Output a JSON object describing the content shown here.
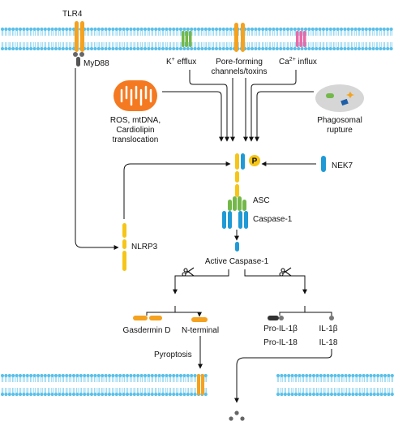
{
  "labels": {
    "tlr4": "TLR4",
    "myd88": "MyD88",
    "k_efflux_base": "K",
    "k_efflux_sup": "+",
    "k_efflux_rest": " efflux",
    "pore_line1": "Pore-forming",
    "pore_line2": "channels/toxins",
    "ca_influx_base": "Ca",
    "ca_influx_sup": "2+",
    "ca_influx_rest": " influx",
    "ros_line1": "ROS, mtDNA,",
    "ros_line2": "Cardiolipin",
    "ros_line3": "translocation",
    "phago_line1": "Phagosomal",
    "phago_line2": "rupture",
    "p_badge": "P",
    "nek7": "NEK7",
    "asc": "ASC",
    "caspase1": "Caspase-1",
    "nlrp3": "NLRP3",
    "active_caspase1": "Active Caspase-1",
    "gasdermin": "Gasdermin D",
    "nterminal": "N-terminal",
    "pro_il1b": "Pro-IL-1β",
    "pro_il18": "Pro-IL-18",
    "il1b": "IL-1β",
    "il18": "IL-18",
    "pyroptosis": "Pyroptosis"
  },
  "colors": {
    "membrane": "#5bc0e8",
    "yellow": "#f5c518",
    "orange": "#f4a21f",
    "blue": "#1f9ad6",
    "green": "#74b84a",
    "pink": "#e86aa8",
    "gray": "#666666",
    "dark": "#333333",
    "mito": "#f47920"
  },
  "icons": [
    "scissors-icon",
    "mitochondrion-icon",
    "phagosome-icon",
    "phosphate-badge"
  ]
}
